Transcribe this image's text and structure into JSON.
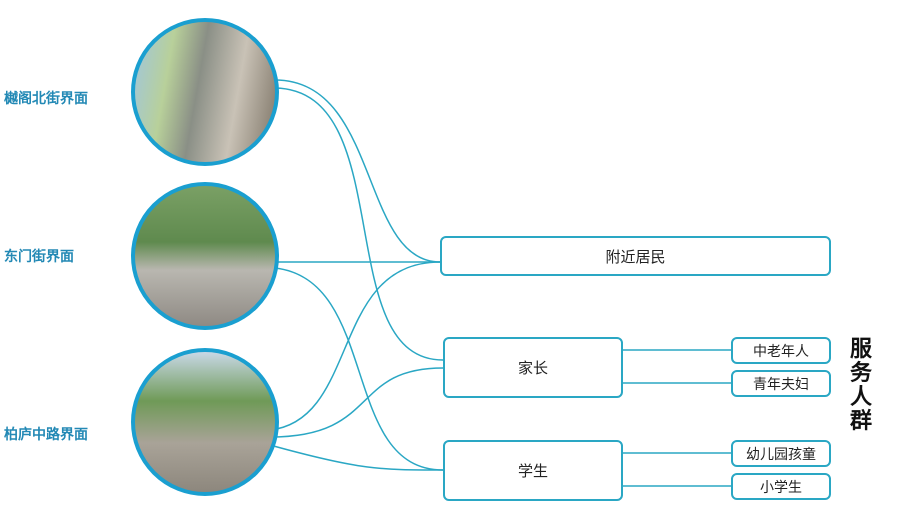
{
  "interfaces": [
    {
      "label": "樾阁北街界面"
    },
    {
      "label": "东门街界面"
    },
    {
      "label": "柏庐中路界面"
    }
  ],
  "groups": {
    "residents": "附近居民",
    "parents": "家长",
    "students": "学生"
  },
  "subgroups": {
    "elderly": "中老年人",
    "young_couples": "青年夫妇",
    "kindergarten": "幼儿园孩童",
    "primary": "小学生"
  },
  "side_title": "服务人群",
  "colors": {
    "line": "#2aa7c4",
    "label": "#2389b5"
  }
}
